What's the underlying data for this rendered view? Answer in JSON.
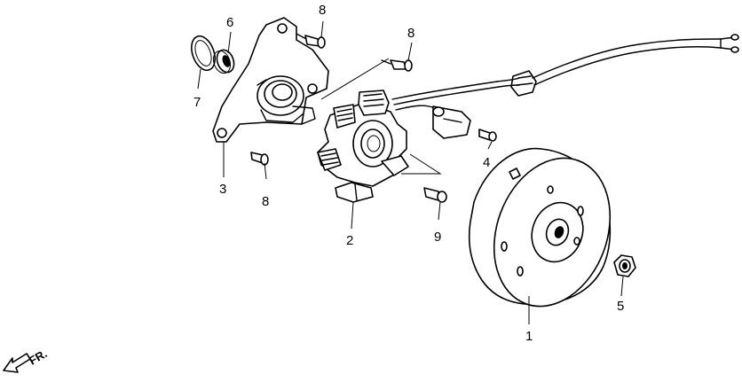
{
  "callouts": {
    "flywheel": "1",
    "stator": "2",
    "cover": "3",
    "pulser_bolt": "4",
    "nut": "5",
    "oil_seal": "6",
    "o_ring": "7",
    "bolt_top_a": "8",
    "bolt_top_b": "8",
    "bolt_lower": "8",
    "stator_bolt": "9"
  },
  "direction_marker": {
    "text": "FR."
  }
}
